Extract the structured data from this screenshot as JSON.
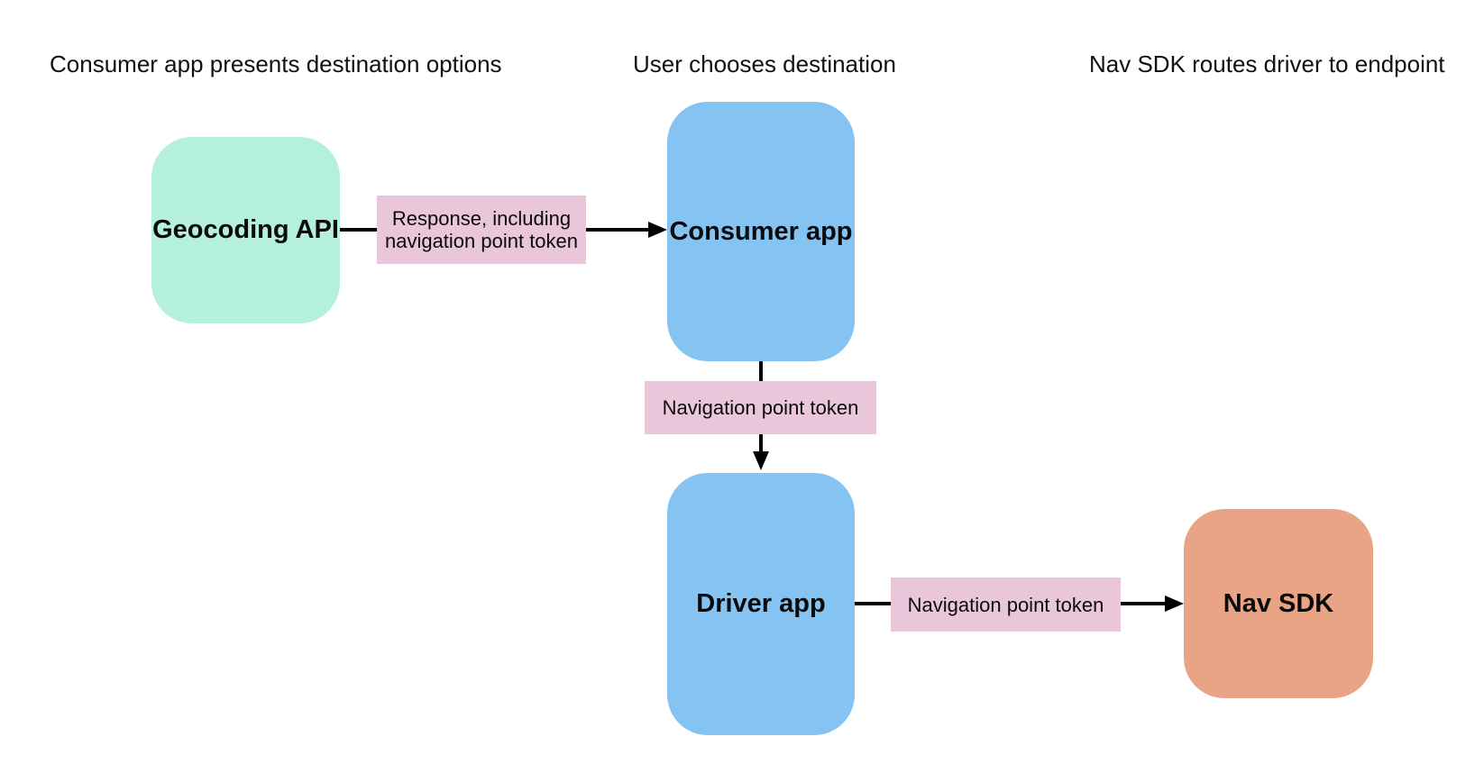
{
  "diagram": {
    "background": "#ffffff",
    "arrow_color": "#000000",
    "phases": [
      {
        "label": "Consumer app presents destination options"
      },
      {
        "label": "User chooses destination"
      },
      {
        "label": "Nav SDK routes driver to endpoint"
      }
    ],
    "nodes": [
      {
        "id": "geocoding-api",
        "label": "Geocoding API",
        "fill": "#b4f0da"
      },
      {
        "id": "consumer-app",
        "label": "Consumer app",
        "fill": "#84c3f2"
      },
      {
        "id": "driver-app",
        "label": "Driver app",
        "fill": "#84c3f2"
      },
      {
        "id": "nav-sdk",
        "label": "Nav SDK",
        "fill": "#e9a385"
      }
    ],
    "edges": [
      {
        "from": "geocoding-api",
        "to": "consumer-app",
        "direction": "right",
        "label": "Response, including navigation point token",
        "label_fill": "#eac6da"
      },
      {
        "from": "consumer-app",
        "to": "driver-app",
        "direction": "down",
        "label": "Navigation point token",
        "label_fill": "#eac6da"
      },
      {
        "from": "driver-app",
        "to": "nav-sdk",
        "direction": "right",
        "label": "Navigation point token",
        "label_fill": "#eac6da"
      }
    ]
  }
}
